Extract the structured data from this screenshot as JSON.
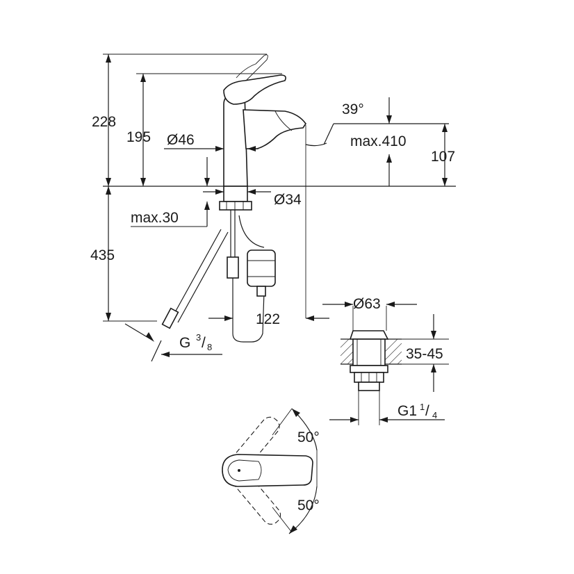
{
  "dimensions": {
    "total_height": "228",
    "spout_height": "195",
    "spout_angle": "39°",
    "base_diameter": "Ø46",
    "max_reach_height": "max.410",
    "aerator_height": "107",
    "deck_hole": "Ø34",
    "max_deck_thickness": "max.30",
    "below_deck": "435",
    "projection": "122",
    "hose_thread_main": "G",
    "hose_thread_num": "3",
    "hose_thread_den": "8",
    "waste_diameter": "Ø63",
    "basin_thickness": "35-45",
    "waste_thread_main": "G1",
    "waste_thread_num": "1",
    "waste_thread_den": "4",
    "lever_angle_top": "50°",
    "lever_angle_bottom": "50°"
  },
  "colors": {
    "line": "#1a1a1a",
    "background": "#ffffff"
  }
}
